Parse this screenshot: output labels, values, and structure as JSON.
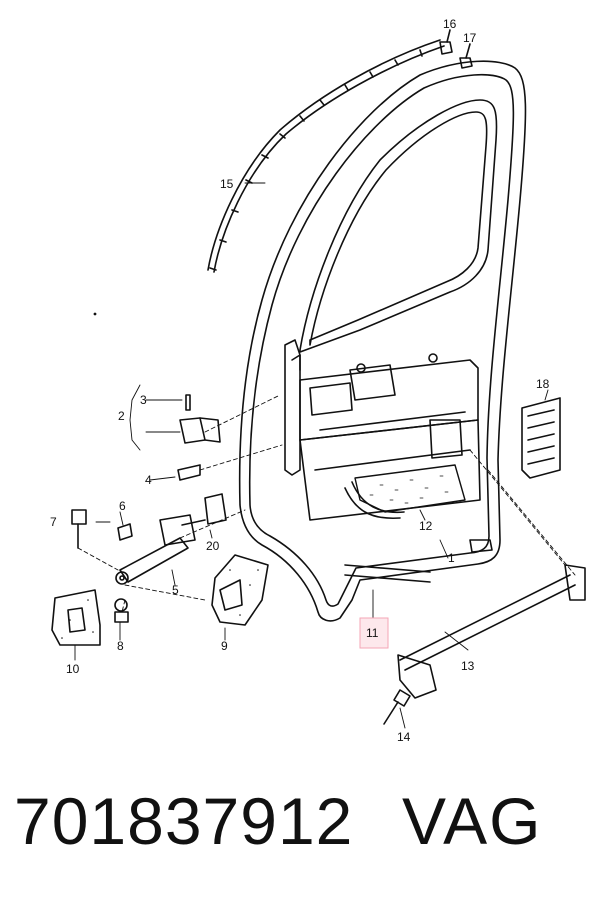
{
  "labels": {
    "p1": "1",
    "p2": "2",
    "p3": "3",
    "p4": "4",
    "p5": "5",
    "p6": "6",
    "p7": "7",
    "p8": "8",
    "p9": "9",
    "p10": "10",
    "p11": "11",
    "p12": "12",
    "p13": "13",
    "p14": "14",
    "p15": "15",
    "p16": "16",
    "p17": "17",
    "p18": "18",
    "p20": "20"
  },
  "highlight": {
    "part": "11",
    "color": "#f4a6b6"
  },
  "footer": {
    "part_number": "701837912",
    "brand": "VAG"
  }
}
